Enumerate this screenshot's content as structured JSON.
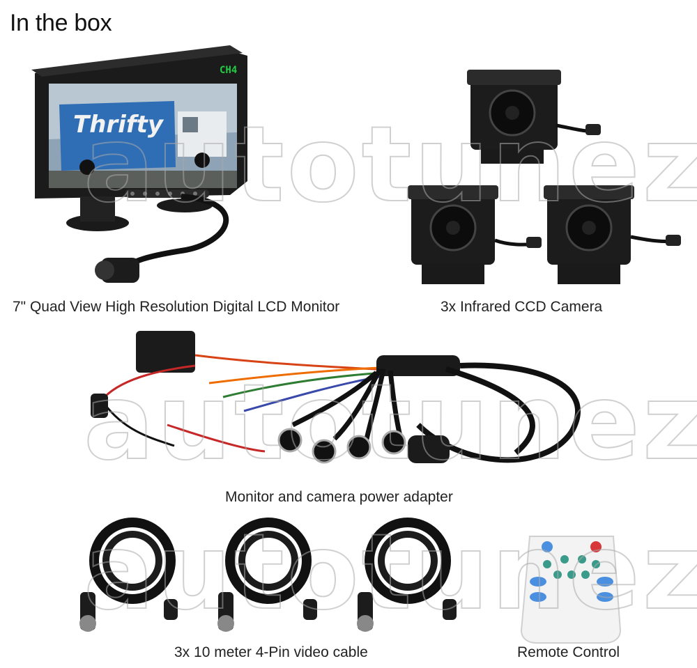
{
  "page": {
    "heading": "In the box"
  },
  "items": [
    {
      "id": "monitor",
      "caption": "7\" Quad View High Resolution Digital LCD Monitor",
      "screen_tag": "CH4",
      "screen_sign": "Thrifty"
    },
    {
      "id": "cameras",
      "caption": "3x Infrared CCD Camera"
    },
    {
      "id": "adapter",
      "caption": "Monitor and camera power adapter"
    },
    {
      "id": "cables",
      "caption": "3x 10 meter 4-Pin video cable"
    },
    {
      "id": "remote",
      "caption": "Remote Control"
    }
  ],
  "watermark": {
    "text": "autotunez"
  },
  "colors": {
    "accent_green": "#22cc44",
    "remote_red": "#d8373a",
    "remote_blue": "#4a8fe0",
    "remote_teal": "#3a9b8a"
  }
}
